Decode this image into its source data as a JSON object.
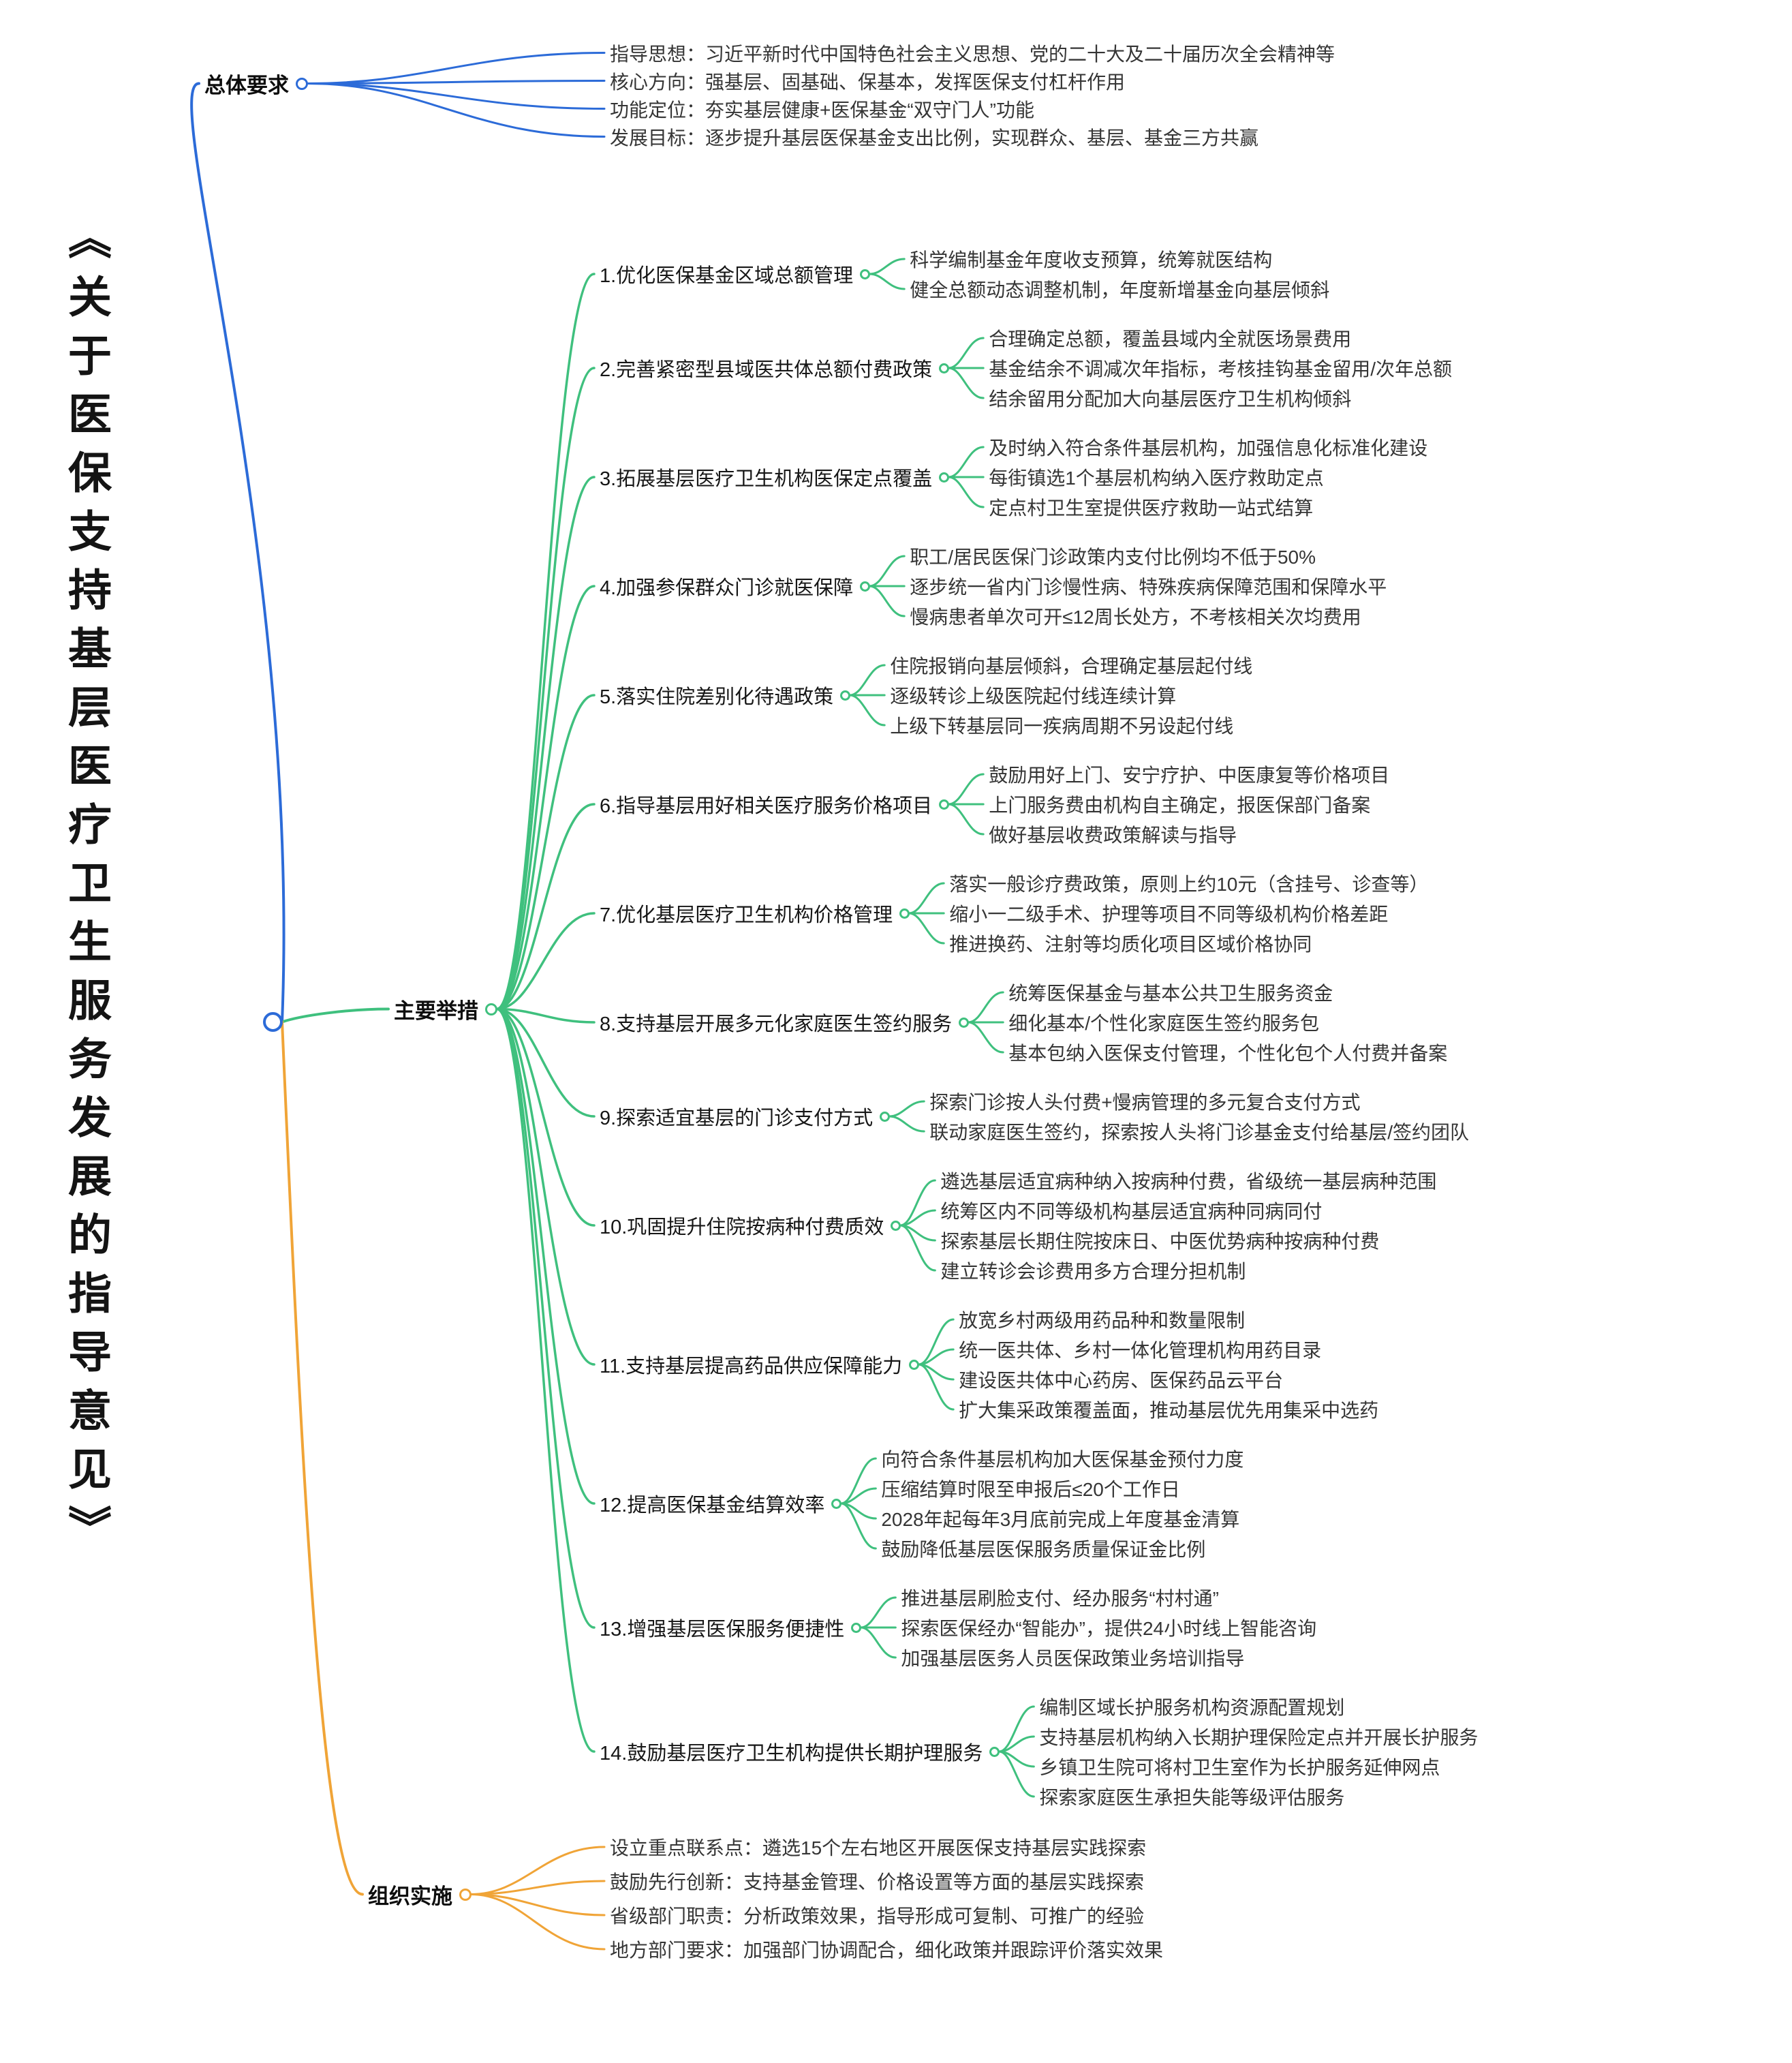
{
  "title": "《关于医保支持基层医疗卫生服务发展的指导意见》",
  "colors": {
    "blue": "#2c6bd8",
    "green": "#3fc07e",
    "orange": "#f0a437"
  },
  "branches": [
    {
      "label": "总体要求",
      "color": "blue",
      "children": [
        "指导思想：习近平新时代中国特色社会主义思想、党的二十大及二十届历次全会精神等",
        "核心方向：强基层、固基础、保基本，发挥医保支付杠杆作用",
        "功能定位：夯实基层健康+医保基金“双守门人”功能",
        "发展目标：逐步提升基层医保基金支出比例，实现群众、基层、基金三方共赢"
      ]
    },
    {
      "label": "主要举措",
      "color": "green",
      "children": [
        {
          "label": "1.优化医保基金区域总额管理",
          "children": [
            "科学编制基金年度收支预算，统筹就医结构",
            "健全总额动态调整机制，年度新增基金向基层倾斜"
          ]
        },
        {
          "label": "2.完善紧密型县域医共体总额付费政策",
          "children": [
            "合理确定总额，覆盖县域内全就医场景费用",
            "基金结余不调减次年指标，考核挂钩基金留用/次年总额",
            "结余留用分配加大向基层医疗卫生机构倾斜"
          ]
        },
        {
          "label": "3.拓展基层医疗卫生机构医保定点覆盖",
          "children": [
            "及时纳入符合条件基层机构，加强信息化标准化建设",
            "每街镇选1个基层机构纳入医疗救助定点",
            "定点村卫生室提供医疗救助一站式结算"
          ]
        },
        {
          "label": "4.加强参保群众门诊就医保障",
          "children": [
            "职工/居民医保门诊政策内支付比例均不低于50%",
            "逐步统一省内门诊慢性病、特殊疾病保障范围和保障水平",
            "慢病患者单次可开≤12周长处方，不考核相关次均费用"
          ]
        },
        {
          "label": "5.落实住院差别化待遇政策",
          "children": [
            "住院报销向基层倾斜，合理确定基层起付线",
            "逐级转诊上级医院起付线连续计算",
            "上级下转基层同一疾病周期不另设起付线"
          ]
        },
        {
          "label": "6.指导基层用好相关医疗服务价格项目",
          "children": [
            "鼓励用好上门、安宁疗护、中医康复等价格项目",
            "上门服务费由机构自主确定，报医保部门备案",
            "做好基层收费政策解读与指导"
          ]
        },
        {
          "label": "7.优化基层医疗卫生机构价格管理",
          "children": [
            "落实一般诊疗费政策，原则上约10元（含挂号、诊查等）",
            "缩小一二级手术、护理等项目不同等级机构价格差距",
            "推进换药、注射等均质化项目区域价格协同"
          ]
        },
        {
          "label": "8.支持基层开展多元化家庭医生签约服务",
          "children": [
            "统筹医保基金与基本公共卫生服务资金",
            "细化基本/个性化家庭医生签约服务包",
            "基本包纳入医保支付管理，个性化包个人付费并备案"
          ]
        },
        {
          "label": "9.探索适宜基层的门诊支付方式",
          "children": [
            "探索门诊按人头付费+慢病管理的多元复合支付方式",
            "联动家庭医生签约，探索按人头将门诊基金支付给基层/签约团队"
          ]
        },
        {
          "label": "10.巩固提升住院按病种付费质效",
          "children": [
            "遴选基层适宜病种纳入按病种付费，省级统一基层病种范围",
            "统筹区内不同等级机构基层适宜病种同病同付",
            "探索基层长期住院按床日、中医优势病种按病种付费",
            "建立转诊会诊费用多方合理分担机制"
          ]
        },
        {
          "label": "11.支持基层提高药品供应保障能力",
          "children": [
            "放宽乡村两级用药品种和数量限制",
            "统一医共体、乡村一体化管理机构用药目录",
            "建设医共体中心药房、医保药品云平台",
            "扩大集采政策覆盖面，推动基层优先用集采中选药"
          ]
        },
        {
          "label": "12.提高医保基金结算效率",
          "children": [
            "向符合条件基层机构加大医保基金预付力度",
            "压缩结算时限至申报后≤20个工作日",
            "2028年起每年3月底前完成上年度基金清算",
            "鼓励降低基层医保服务质量保证金比例"
          ]
        },
        {
          "label": "13.增强基层医保服务便捷性",
          "children": [
            "推进基层刷脸支付、经办服务“村村通”",
            "探索医保经办“智能办”，提供24小时线上智能咨询",
            "加强基层医务人员医保政策业务培训指导"
          ]
        },
        {
          "label": "14.鼓励基层医疗卫生机构提供长期护理服务",
          "children": [
            "编制区域长护服务机构资源配置规划",
            "支持基层机构纳入长期护理保险定点并开展长护服务",
            "乡镇卫生院可将村卫生室作为长护服务延伸网点",
            "探索家庭医生承担失能等级评估服务"
          ]
        }
      ]
    },
    {
      "label": "组织实施",
      "color": "orange",
      "children": [
        "设立重点联系点：遴选15个左右地区开展医保支持基层实践探索",
        "鼓励先行创新：支持基金管理、价格设置等方面的基层实践探索",
        "省级部门职责：分析政策效果，指导形成可复制、可推广的经验",
        "地方部门要求：加强部门协调配合，细化政策并跟踪评价落实效果"
      ]
    }
  ]
}
